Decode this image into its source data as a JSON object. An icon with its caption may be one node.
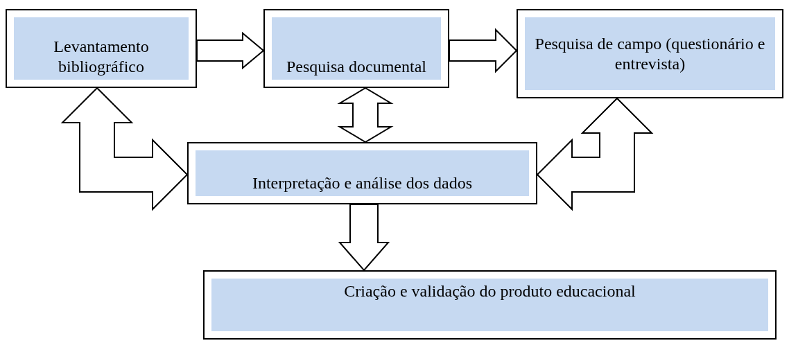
{
  "diagram": {
    "nodes": [
      {
        "text": [
          "Levantamento bibliográfico"
        ]
      },
      {
        "text": [
          "Pesquisa documental"
        ]
      },
      {
        "text": [
          "Pesquisa de campo (questionário e entrevista)"
        ]
      },
      {
        "text": [
          "Interpretação e análise dos dados"
        ]
      },
      {
        "text": [
          "Criação e validação do produto educacional"
        ]
      }
    ],
    "edges": [
      {
        "from": 0,
        "to": 1,
        "arrow": "to"
      },
      {
        "from": 1,
        "to": 2,
        "arrow": "to"
      },
      {
        "from": 1,
        "to": 3,
        "arrow": "both"
      },
      {
        "from": 0,
        "to": 3,
        "arrow": "both"
      },
      {
        "from": 2,
        "to": 3,
        "arrow": "both"
      },
      {
        "from": 3,
        "to": 4,
        "arrow": "to"
      }
    ]
  }
}
